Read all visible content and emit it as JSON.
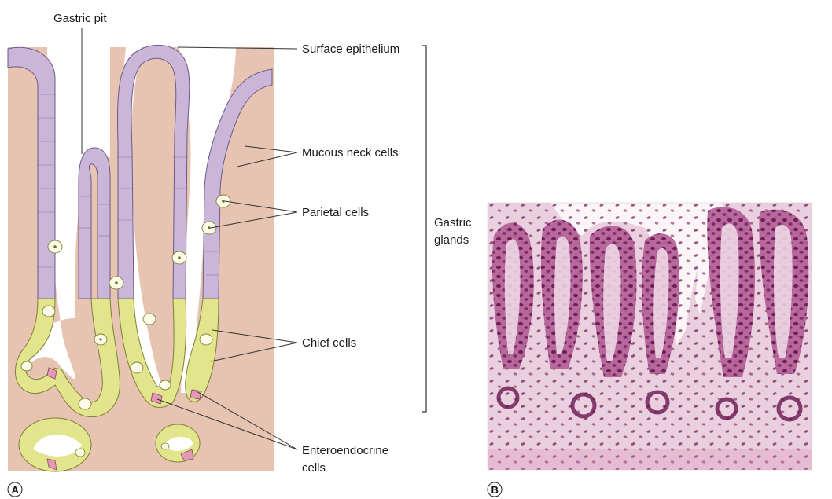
{
  "panel_a": {
    "letter": "A",
    "labels": {
      "gastric_pit": "Gastric pit",
      "surface_epithelium": "Surface epithelium",
      "mucous_neck_cells": "Mucous neck cells",
      "parietal_cells": "Parietal cells",
      "chief_cells": "Chief cells",
      "enteroendocrine_line1": "Enteroendocrine",
      "enteroendocrine_line2": "cells",
      "gastric_glands_line1": "Gastric",
      "gastric_glands_line2": "glands"
    }
  },
  "panel_b": {
    "letter": "B"
  },
  "colors": {
    "lamina_propria": "#e7c4b1",
    "mucous_cells": "#c9b6d9",
    "chief_cells": "#e3e58c",
    "parietal_cells": "#fbfbe6",
    "enteroendocrine_cells": "#e399b6",
    "histology_stain": "#7a1f5c"
  }
}
